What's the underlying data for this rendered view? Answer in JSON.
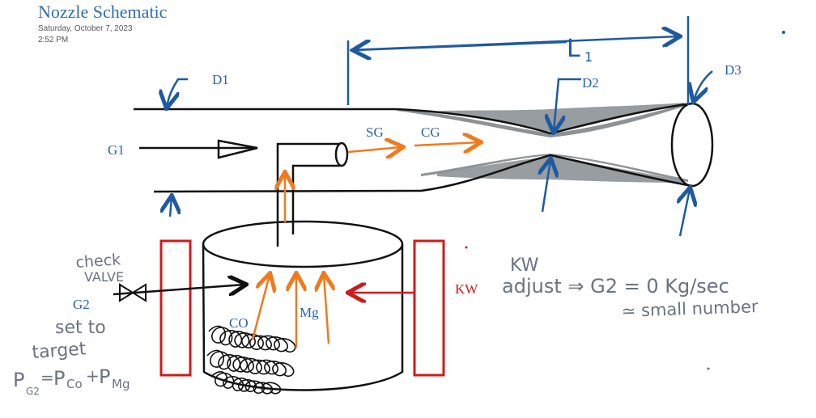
{
  "page": {
    "title": "Nozzle Schematic",
    "date": "Saturday, October 7, 2023",
    "time": "2:52 PM"
  },
  "labels": {
    "d1": "D1",
    "d2": "D2",
    "d3": "D3",
    "l1": "L",
    "l1_sub": "1",
    "g1": "G1",
    "g2": "G2",
    "sg": "SG",
    "cg": "CG",
    "co": "CO",
    "mg": "Mg",
    "kw_red": "KW"
  },
  "notes": {
    "check": "check",
    "valve": "VALVE",
    "set_to": "set to",
    "target": "target",
    "eq_p": "P",
    "eq_g2": "G2",
    "eq_eq": "=",
    "eq_pco": "P",
    "eq_co": "Co",
    "eq_plus": "+",
    "eq_pmg": "P",
    "eq_mg": "Mg",
    "kw_hand": "KW",
    "adjust": "adjust ⇒ G2 = 0 Kg/sec",
    "small": "≃ small number"
  },
  "colors": {
    "pen": "#111111",
    "blue": "#1f5aa0",
    "orange": "#f07a1e",
    "red": "#d11a1a",
    "gray_fill": "#8c9296",
    "note_gray": "#6b7380"
  }
}
